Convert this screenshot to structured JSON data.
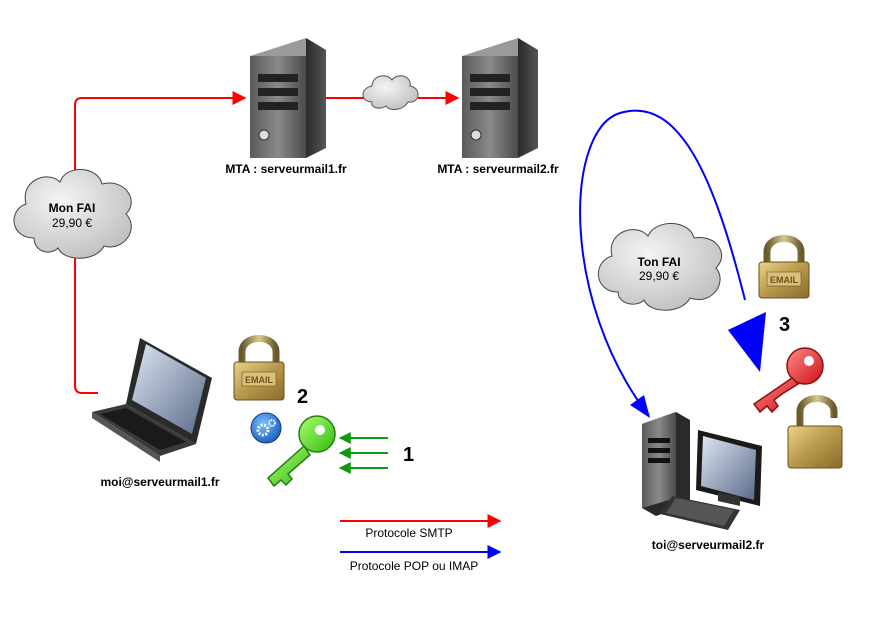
{
  "nodes": {
    "mta1": {
      "label": "MTA : serveurmail1.fr"
    },
    "mta2": {
      "label": "MTA : serveurmail2.fr"
    },
    "fai_mine": {
      "name": "Mon FAI",
      "price": "29,90 €"
    },
    "fai_yours": {
      "name": "Ton FAI",
      "price": "29,90 €"
    },
    "sender": {
      "label": "moi@serveurmail1.fr"
    },
    "receiver": {
      "label": "toi@serveurmail2.fr"
    }
  },
  "steps": {
    "one": "1",
    "two": "2",
    "three": "3"
  },
  "padlock_text": "EMAIL",
  "legend": {
    "smtp": {
      "label": "Protocole SMTP",
      "color": "#ff0000"
    },
    "pop_imap": {
      "label": "Protocole POP ou IMAP",
      "color": "#0000ff"
    }
  },
  "colors": {
    "smtp": "#ff0000",
    "pop_imap": "#0000ff",
    "key_public": "#55dd22",
    "key_private": "#ee2222",
    "arrows_step1": "#119911"
  },
  "icons": [
    "server-icon",
    "cloud-icon",
    "laptop-icon",
    "desktop-icon",
    "padlock-icon",
    "key-icon",
    "gear-icon"
  ]
}
